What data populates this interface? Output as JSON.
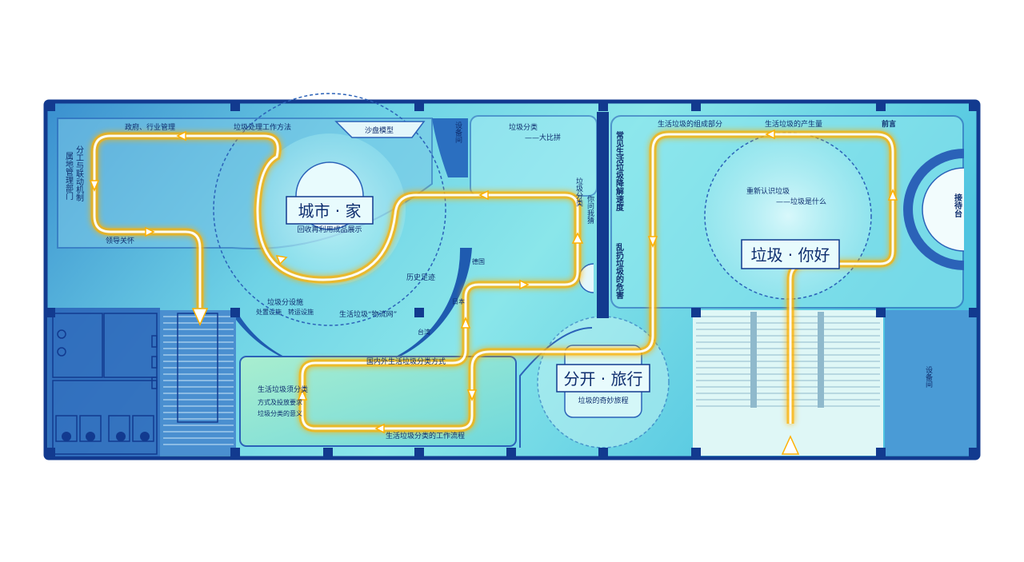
{
  "zones": {
    "city_home": {
      "title": "城市 · 家",
      "subtitle": "回收再利用成品展示"
    },
    "hello_garbage": {
      "title": "垃圾 · 你好"
    },
    "separate_travel": {
      "title": "分开 · 旅行",
      "subtitle": "垃圾的奇妙旅程"
    }
  },
  "labels": {
    "gov_industry": "政府、行业管理",
    "work_method": "垃圾处理工作方法",
    "sandbox": "沙盘模型",
    "equipment_room": "设备间",
    "sort_big_contest": "垃圾分类",
    "sort_big_contest_sub": "——大比拼",
    "you_ask_me_guess_a": "垃圾分类",
    "you_ask_me_guess_b": "你问我猜",
    "territorial": "属地管理部门",
    "division_linkage": "分工与联动机制",
    "leader_care": "领导关怀",
    "history": "历史足迹",
    "germany": "德国",
    "japan": "日本",
    "taiwan": "台湾",
    "facilities": "垃圾分设施",
    "disposal_facilities": "处置设施",
    "transfer_facilities": "转运设施",
    "logistics_network": "生活垃圾“物流网”",
    "sorting_methods": "国内外生活垃圾分类方式",
    "must_sort": "生活垃圾须分类",
    "methods_placement": "方式及投放要求",
    "meaning": "垃圾分类的意义",
    "workflow": "生活垃圾分类的工作流程",
    "common_methods_a": "常见生活垃圾降解速度",
    "common_methods_b": "乱扔垃圾的危害",
    "composition": "生活垃圾的组成部分",
    "production": "生活垃圾的产生量",
    "preface": "前言",
    "reception": "接待台",
    "relearn": "重新认识垃圾",
    "what_is": "——垃圾是什么",
    "equipment_room_right": "设备间"
  },
  "colors": {
    "floor_light": "#7fe3ea",
    "floor_deep": "#3ea0d0",
    "wall": "#123a8f",
    "path": "#ffffff",
    "path_glow": "#ffb000"
  }
}
